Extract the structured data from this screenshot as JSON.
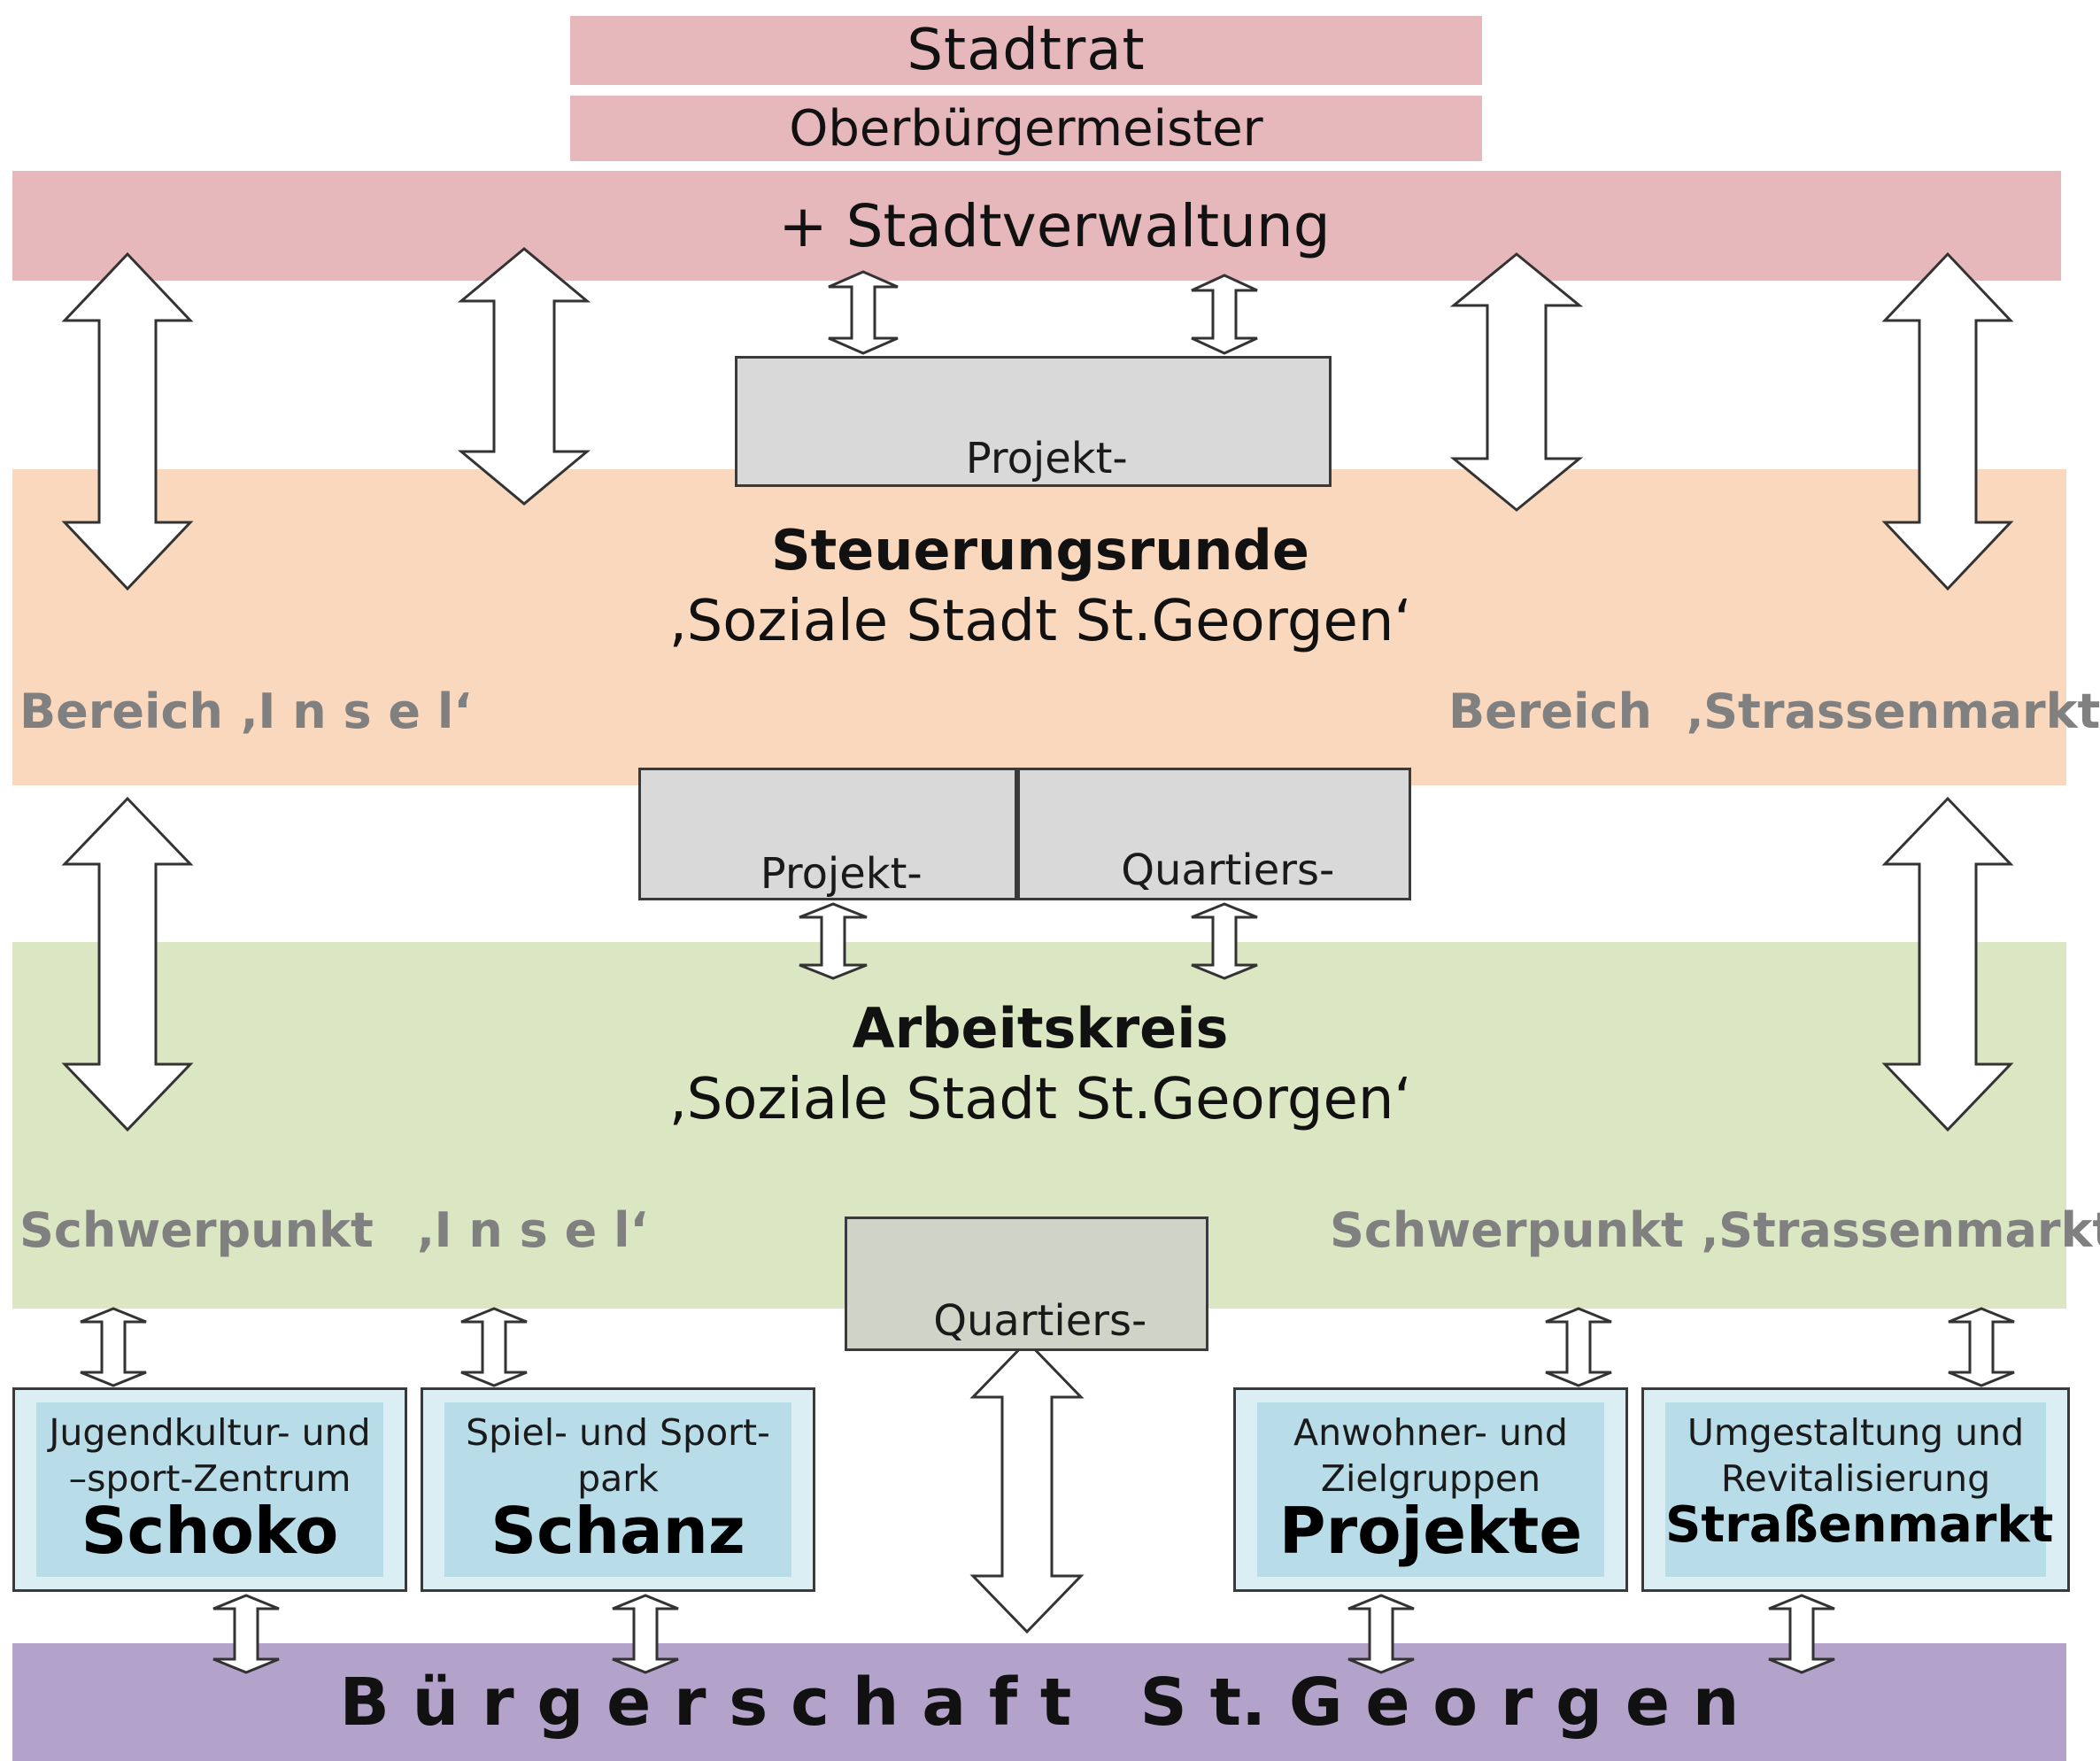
{
  "top": {
    "stadtrat": "Stadtrat",
    "oberbuergermeister": "Oberbürgermeister",
    "stadtverwaltung": "+ Stadtverwaltung"
  },
  "upper_projektsteuerung": "Projekt-\nsteuerung",
  "steuerungsrunde": {
    "title": "Steuerungsrunde",
    "subtitle": "‚Soziale Stadt St.Georgen‘",
    "left_label": "Bereich ‚I n s e l‘",
    "right_label": "Bereich  ‚Strassenmarkt‘"
  },
  "middle_boxes": {
    "projektsteuerung": "Projekt-\nsteuerung",
    "quartiersmanagement": "Quartiers-\nmanagement"
  },
  "arbeitskreis": {
    "title": "Arbeitskreis",
    "subtitle": "‚Soziale Stadt St.Georgen‘",
    "left_label": "Schwerpunkt",
    "left_label_2": "‚I n s e l‘",
    "right_label": "Schwerpunkt ‚Strassenmarkt‘"
  },
  "lower_quartiersmanagement": "Quartiers-\nmanagement",
  "projects": [
    {
      "sub": "Jugendkultur- und\n–sport-Zentrum",
      "main": "Schoko"
    },
    {
      "sub": "Spiel- und Sport-\npark",
      "main": "Schanz"
    },
    {
      "sub": "Anwohner- und\nZielgruppen",
      "main": "Projekte"
    },
    {
      "sub": "Umgestaltung und\nRevitalisierung",
      "main": "Straßenmarkt"
    }
  ],
  "buergerschaft": "B ü r g e r s c h a f t   S t. G e o r g e n",
  "colors": {
    "pink": "#e6b8bb",
    "orange": "#fad8bd",
    "green": "#dbe6c3",
    "purple": "#b3a2c9",
    "project_outer": "#dbeef3",
    "project_inner": "#b8dce8",
    "gray_box": "#d9d9d9",
    "label_gray": "#808080"
  }
}
